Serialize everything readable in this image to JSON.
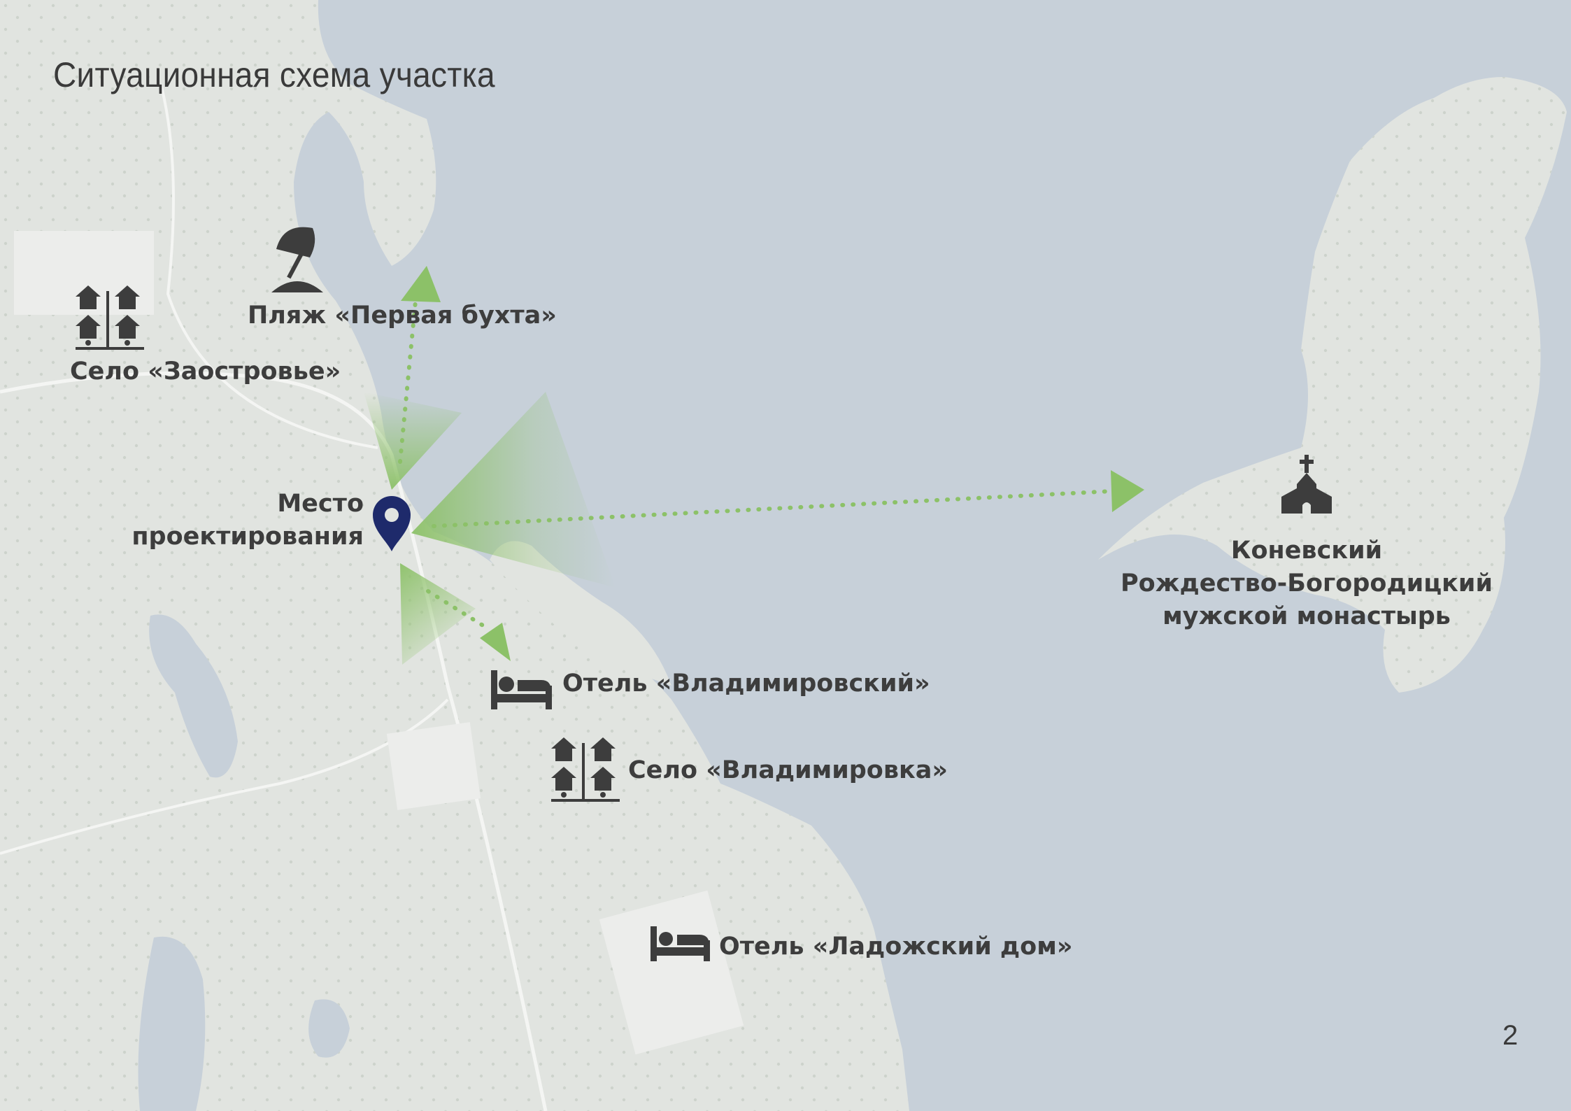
{
  "page": {
    "title": "Ситуационная схема участка",
    "page_number": "2"
  },
  "colors": {
    "water": "#c7d0d9",
    "land": "#e1e4e0",
    "arrow": "#8cc168",
    "marker": "#1e2a6b",
    "icon": "#3d3d3d"
  },
  "places": {
    "site": {
      "line1": "Место",
      "line2": "проектирования",
      "icon": "map-pin-icon"
    },
    "beach": {
      "label": "Пляж «Первая бухта»",
      "icon": "beach-umbrella-icon"
    },
    "village_zaostrovye": {
      "label": "Село «Заостровье»",
      "icon": "village-houses-icon"
    },
    "hotel_vladimirovsky": {
      "label": "Отель «Владимировский»",
      "icon": "bed-icon"
    },
    "village_vladimirovka": {
      "label": "Село «Владимировка»",
      "icon": "village-houses-icon"
    },
    "hotel_ladozhsky": {
      "label": "Отель «Ладожский дом»",
      "icon": "bed-icon"
    },
    "monastery": {
      "line1": "Коневский",
      "line2": "Рождество-Богородицкий",
      "line3": "мужской монастырь",
      "icon": "church-icon"
    }
  }
}
